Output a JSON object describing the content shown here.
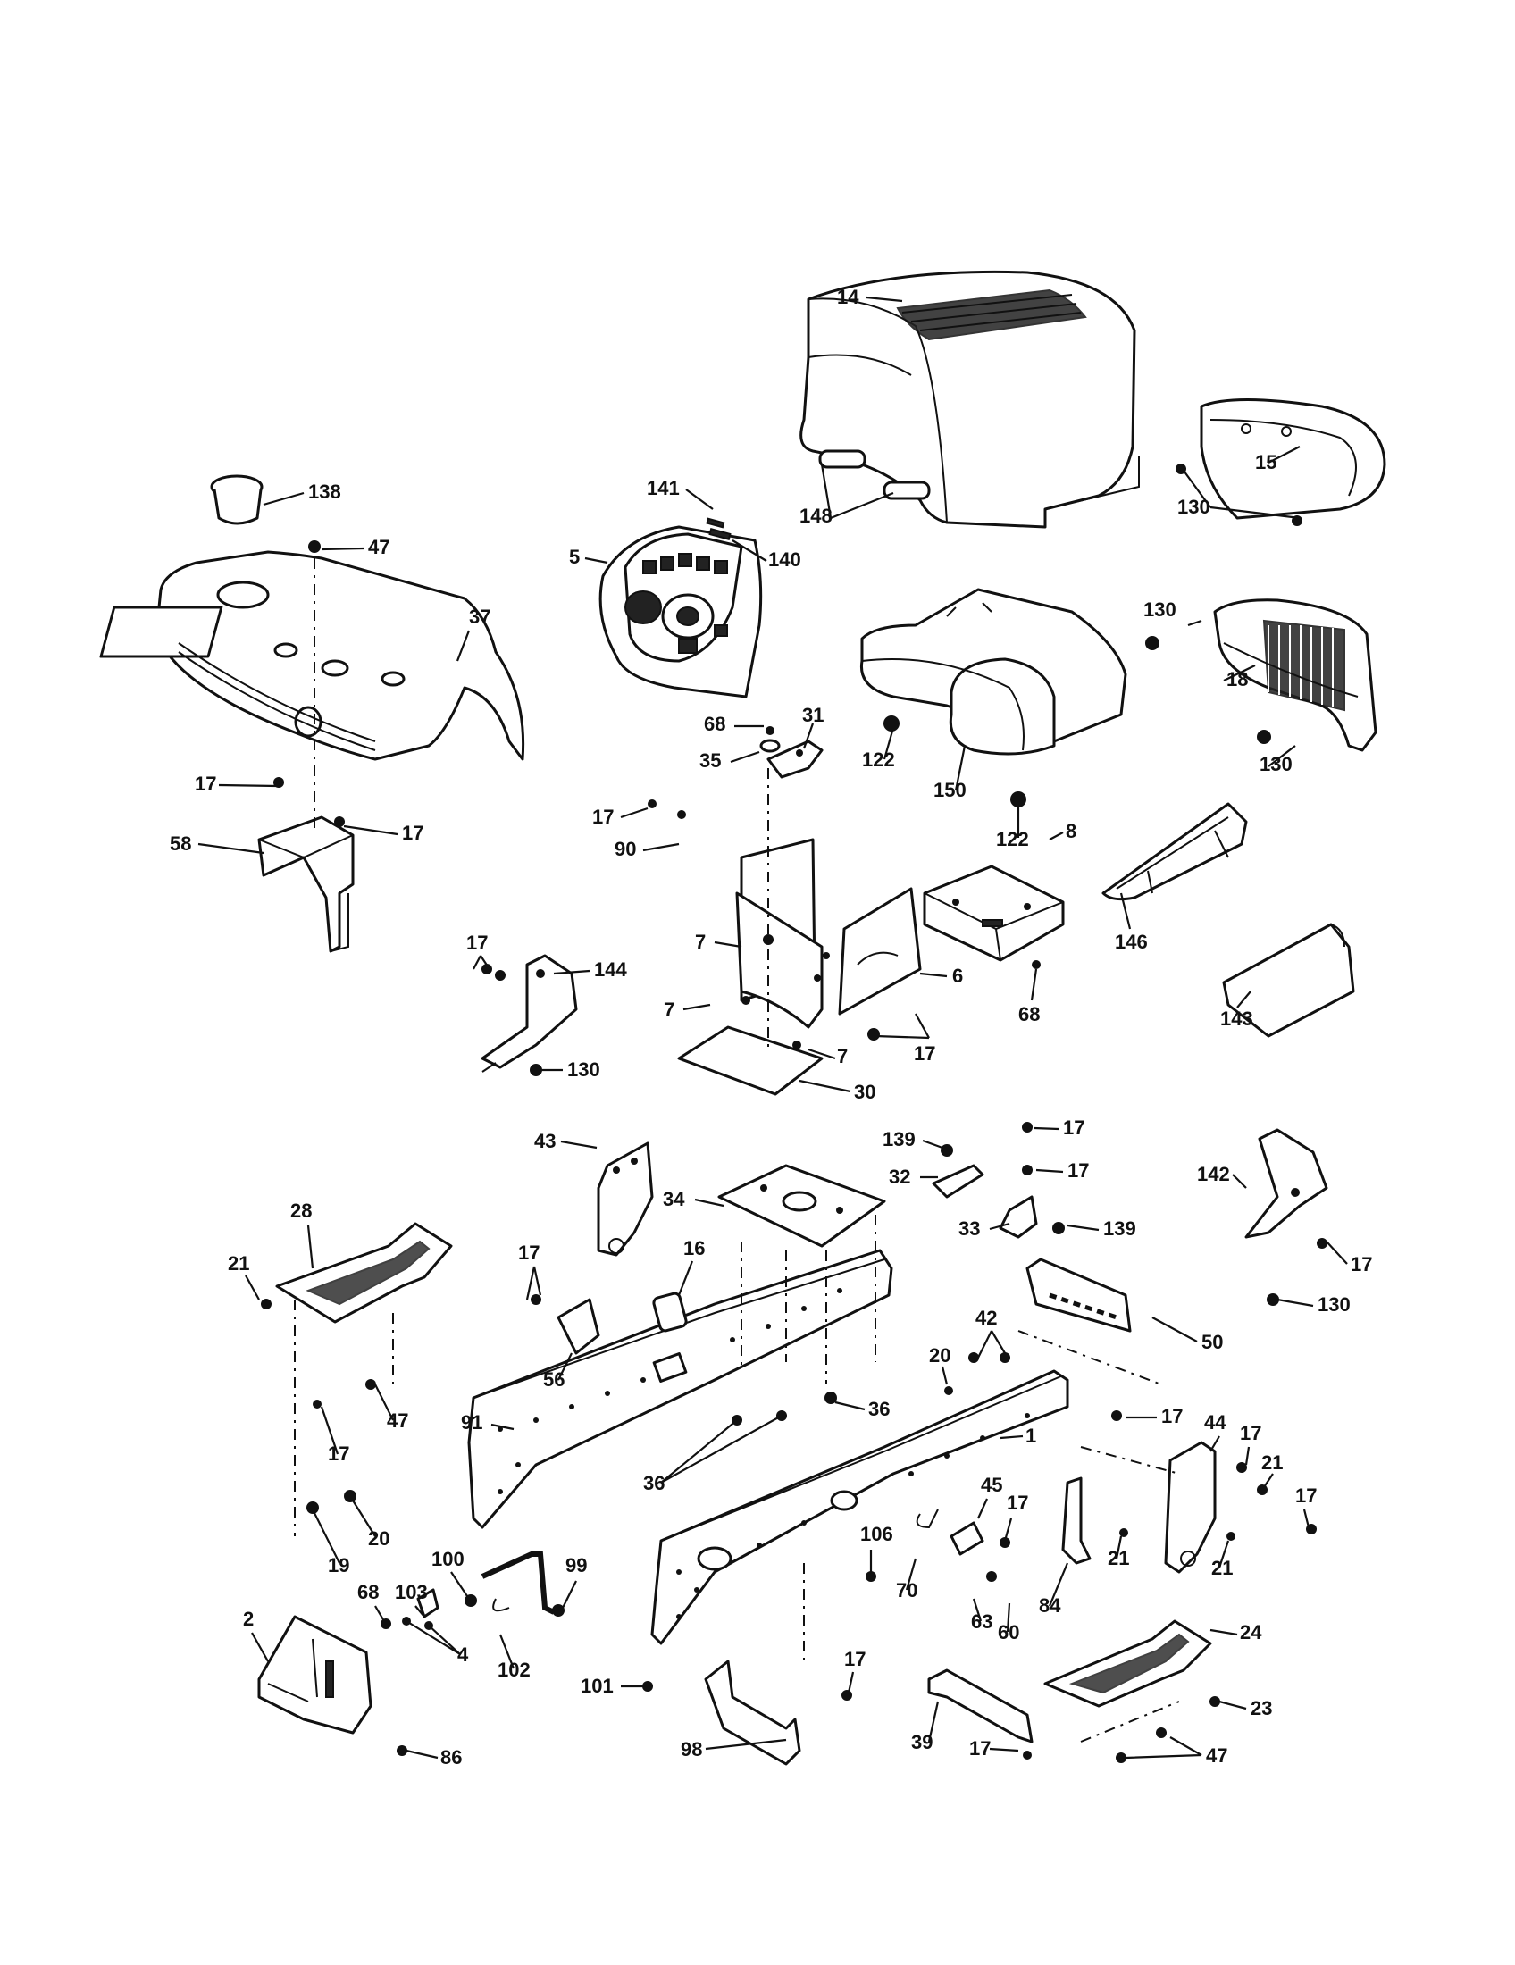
{
  "callouts": [
    {
      "id": "c14",
      "label": "14"
    },
    {
      "id": "c15",
      "label": "15"
    },
    {
      "id": "c130a",
      "label": "130"
    },
    {
      "id": "c148",
      "label": "148"
    },
    {
      "id": "c141",
      "label": "141"
    },
    {
      "id": "c140",
      "label": "140"
    },
    {
      "id": "c5",
      "label": "5"
    },
    {
      "id": "c138",
      "label": "138"
    },
    {
      "id": "c47a",
      "label": "47"
    },
    {
      "id": "c37",
      "label": "37"
    },
    {
      "id": "c130b",
      "label": "130"
    },
    {
      "id": "c18",
      "label": "18"
    },
    {
      "id": "c130c",
      "label": "130"
    },
    {
      "id": "c122a",
      "label": "122"
    },
    {
      "id": "c150",
      "label": "150"
    },
    {
      "id": "c122b",
      "label": "122"
    },
    {
      "id": "c68a",
      "label": "68"
    },
    {
      "id": "c31",
      "label": "31"
    },
    {
      "id": "c35",
      "label": "35"
    },
    {
      "id": "c17a",
      "label": "17"
    },
    {
      "id": "c17b",
      "label": "17"
    },
    {
      "id": "c58",
      "label": "58"
    },
    {
      "id": "c17c",
      "label": "17"
    },
    {
      "id": "c90",
      "label": "90"
    },
    {
      "id": "c8",
      "label": "8"
    },
    {
      "id": "c7a",
      "label": "7"
    },
    {
      "id": "c146",
      "label": "146"
    },
    {
      "id": "c143",
      "label": "143"
    },
    {
      "id": "c17d",
      "label": "17"
    },
    {
      "id": "c144",
      "label": "144"
    },
    {
      "id": "c6",
      "label": "6"
    },
    {
      "id": "c68b",
      "label": "68"
    },
    {
      "id": "c7b",
      "label": "7"
    },
    {
      "id": "c17e",
      "label": "17"
    },
    {
      "id": "c7c",
      "label": "7"
    },
    {
      "id": "c130d",
      "label": "130"
    },
    {
      "id": "c30",
      "label": "30"
    },
    {
      "id": "c43",
      "label": "43"
    },
    {
      "id": "c139a",
      "label": "139"
    },
    {
      "id": "c17f",
      "label": "17"
    },
    {
      "id": "c17g",
      "label": "17"
    },
    {
      "id": "c32",
      "label": "32"
    },
    {
      "id": "c142",
      "label": "142"
    },
    {
      "id": "c34",
      "label": "34"
    },
    {
      "id": "c33",
      "label": "33"
    },
    {
      "id": "c139b",
      "label": "139"
    },
    {
      "id": "c28",
      "label": "28"
    },
    {
      "id": "c17h",
      "label": "17"
    },
    {
      "id": "c21a",
      "label": "21"
    },
    {
      "id": "c16",
      "label": "16"
    },
    {
      "id": "c17i",
      "label": "17"
    },
    {
      "id": "c130e",
      "label": "130"
    },
    {
      "id": "c50",
      "label": "50"
    },
    {
      "id": "c42",
      "label": "42"
    },
    {
      "id": "c56",
      "label": "56"
    },
    {
      "id": "c20a",
      "label": "20"
    },
    {
      "id": "c36a",
      "label": "36"
    },
    {
      "id": "c17j",
      "label": "17"
    },
    {
      "id": "c47b",
      "label": "47"
    },
    {
      "id": "c91",
      "label": "91"
    },
    {
      "id": "c17k",
      "label": "17"
    },
    {
      "id": "c44",
      "label": "44"
    },
    {
      "id": "c17l",
      "label": "17"
    },
    {
      "id": "c1",
      "label": "1"
    },
    {
      "id": "c21b",
      "label": "21"
    },
    {
      "id": "c17m",
      "label": "17"
    },
    {
      "id": "c36b",
      "label": "36"
    },
    {
      "id": "c45",
      "label": "45"
    },
    {
      "id": "c17n",
      "label": "17"
    },
    {
      "id": "c20b",
      "label": "20"
    },
    {
      "id": "c19",
      "label": "19"
    },
    {
      "id": "c106",
      "label": "106"
    },
    {
      "id": "c21c",
      "label": "21"
    },
    {
      "id": "c21d",
      "label": "21"
    },
    {
      "id": "c100",
      "label": "100"
    },
    {
      "id": "c99",
      "label": "99"
    },
    {
      "id": "c70",
      "label": "70"
    },
    {
      "id": "c84",
      "label": "84"
    },
    {
      "id": "c68c",
      "label": "68"
    },
    {
      "id": "c103",
      "label": "103"
    },
    {
      "id": "c63",
      "label": "63"
    },
    {
      "id": "c60",
      "label": "60"
    },
    {
      "id": "c2",
      "label": "2"
    },
    {
      "id": "c24",
      "label": "24"
    },
    {
      "id": "c102",
      "label": "102"
    },
    {
      "id": "c4",
      "label": "4"
    },
    {
      "id": "c17o",
      "label": "17"
    },
    {
      "id": "c101",
      "label": "101"
    },
    {
      "id": "c23",
      "label": "23"
    },
    {
      "id": "c86",
      "label": "86"
    },
    {
      "id": "c98",
      "label": "98"
    },
    {
      "id": "c39",
      "label": "39"
    },
    {
      "id": "c17p",
      "label": "17"
    },
    {
      "id": "c47c",
      "label": "47"
    }
  ]
}
